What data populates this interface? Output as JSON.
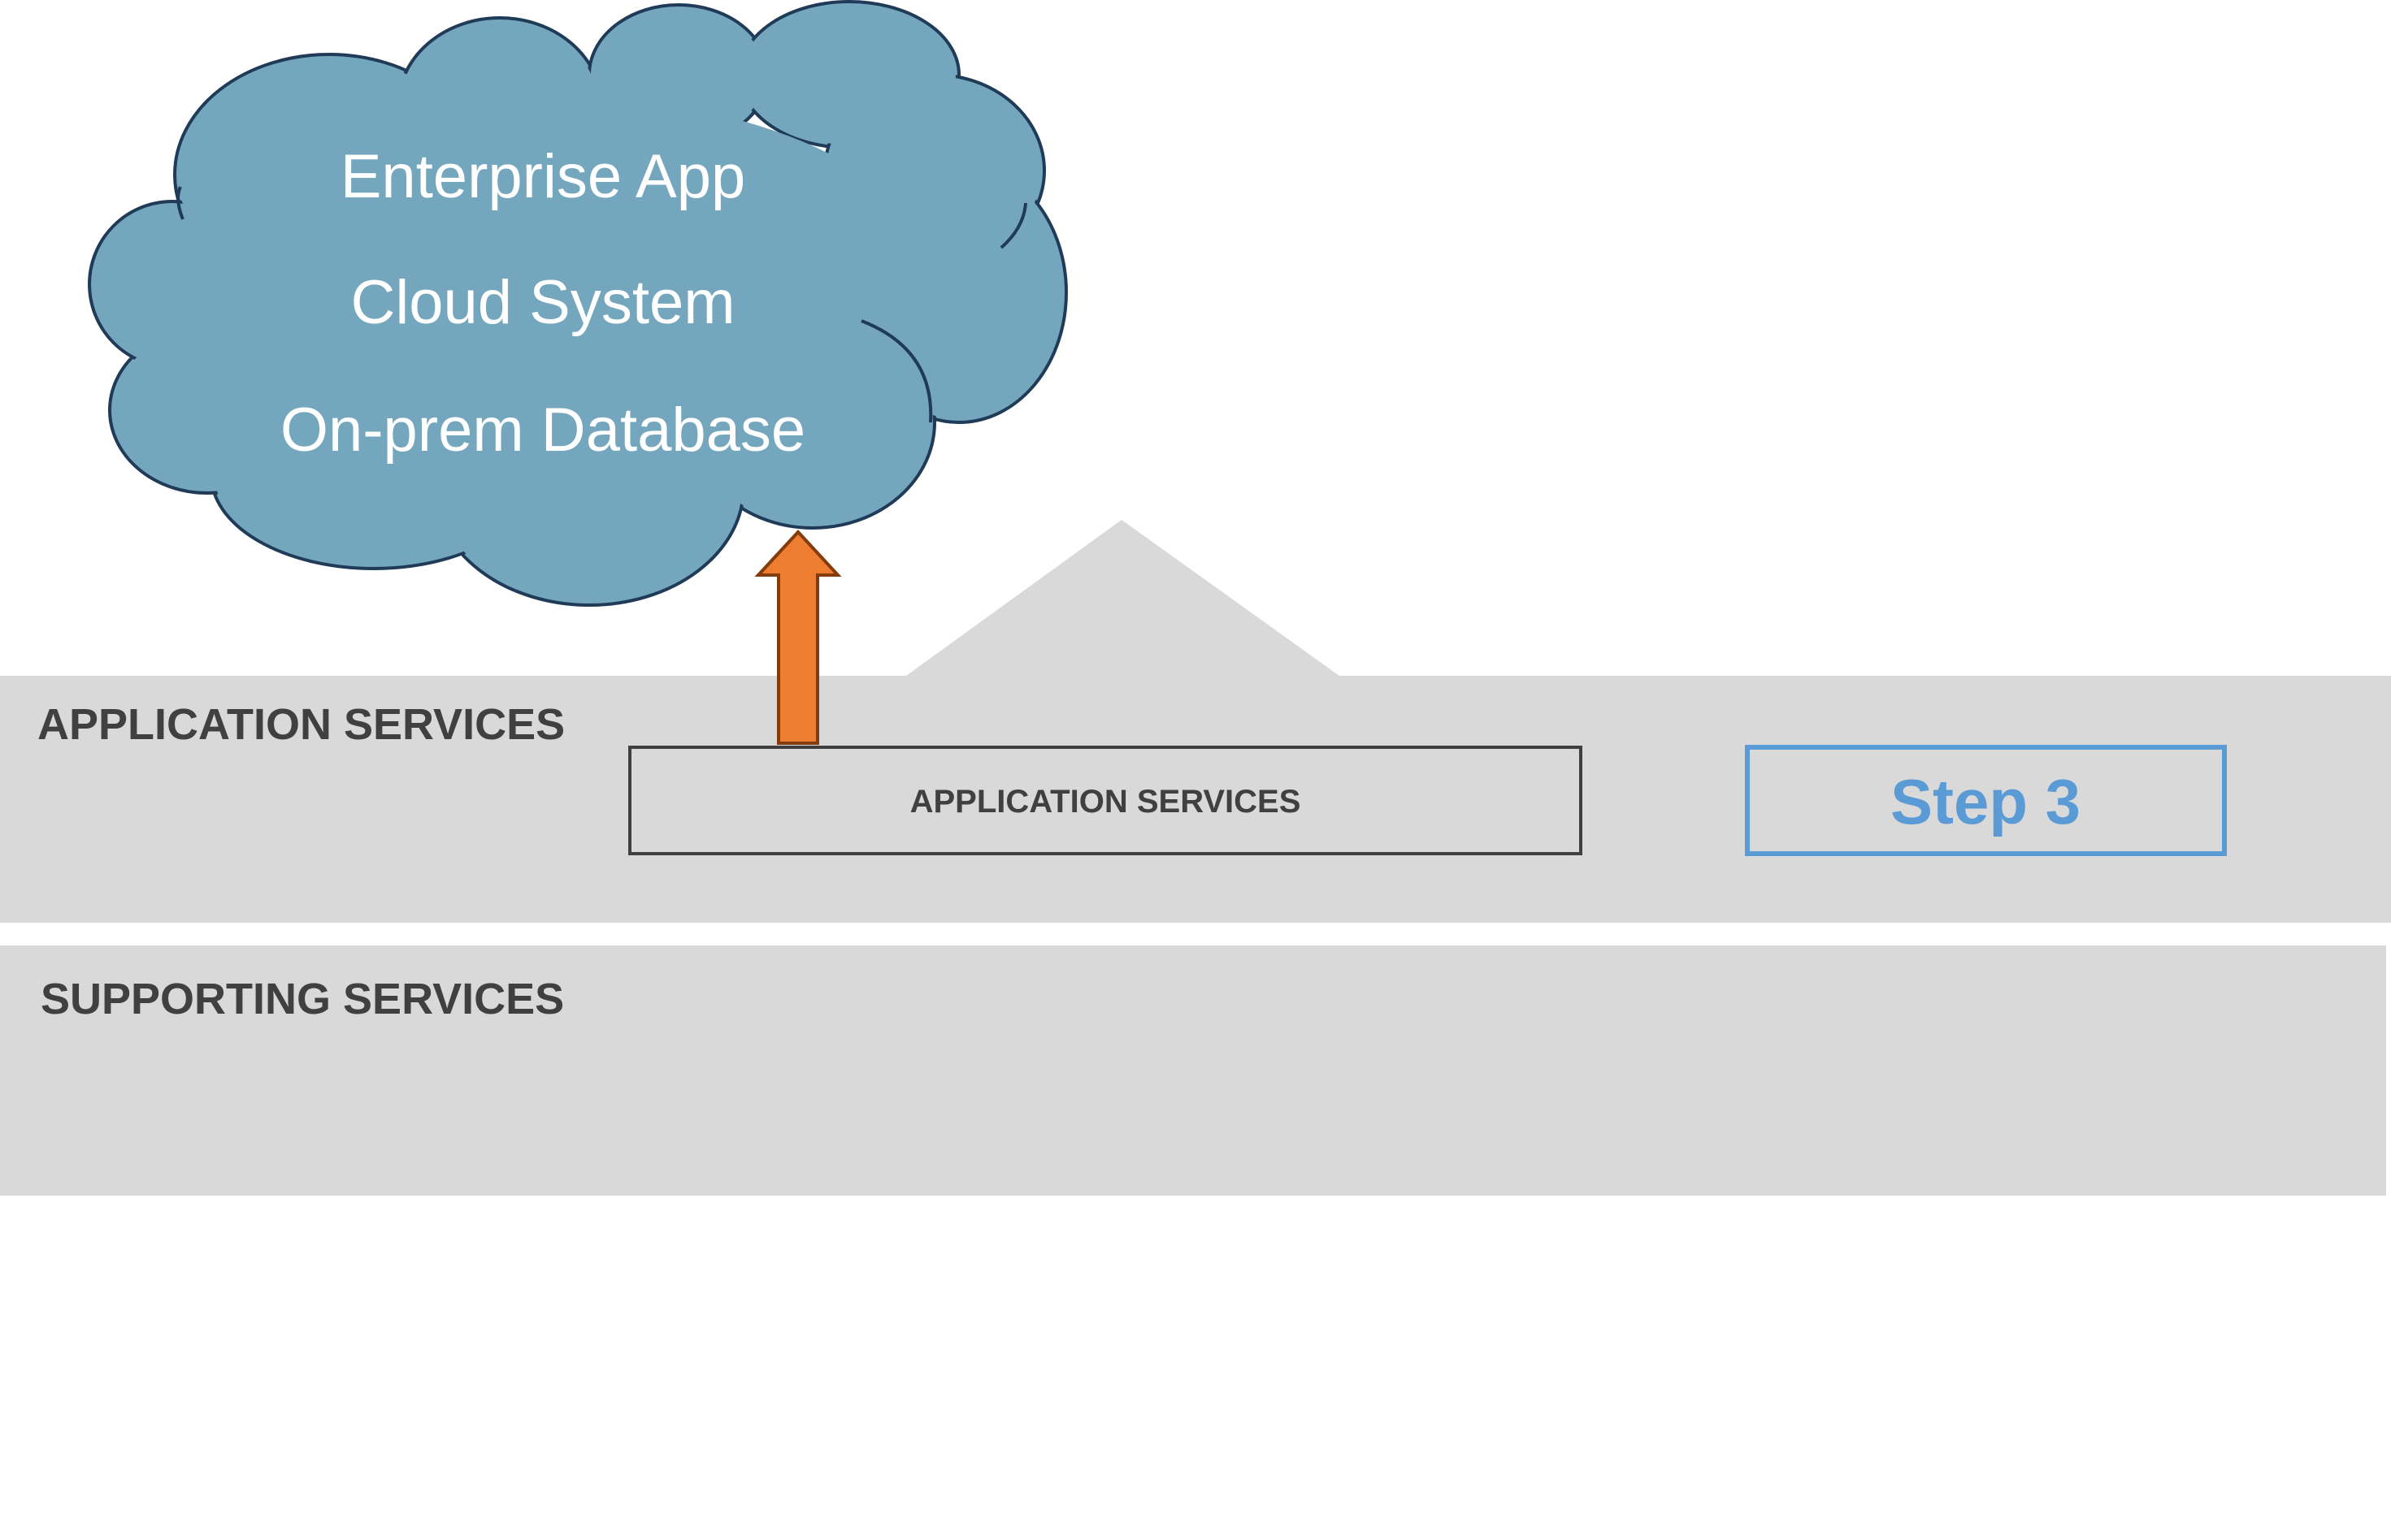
{
  "cloud": {
    "lines": [
      "Enterprise App",
      "Cloud System",
      "On-prem Database"
    ]
  },
  "bands": {
    "application": {
      "label": "APPLICATION SERVICES"
    },
    "supporting": {
      "label": "SUPPORTING SERVICES"
    }
  },
  "app_box": {
    "label": "APPLICATION SERVICES"
  },
  "step": {
    "label": "Step 3"
  },
  "colors": {
    "cloud_fill": "#74a7bd",
    "cloud_stroke": "#1f3b57",
    "band_fill": "#d9d9d9",
    "arrow_fill": "#ed7d31",
    "arrow_stroke": "#843c0c",
    "step_accent": "#5b9bd5",
    "label_text": "#404040"
  }
}
